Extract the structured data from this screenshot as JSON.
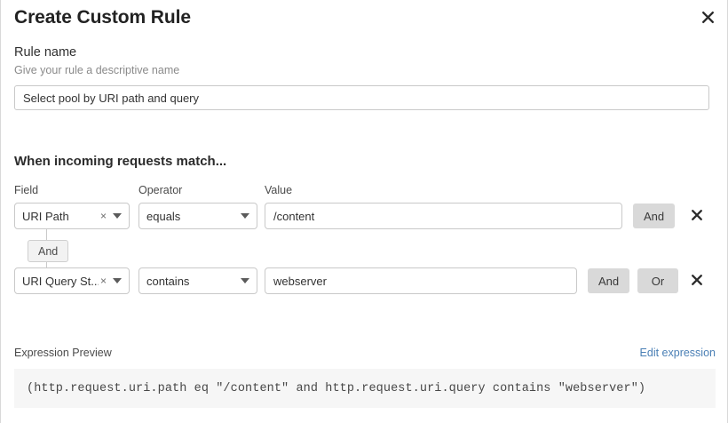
{
  "header": {
    "title": "Create Custom Rule",
    "close_icon": "close-icon"
  },
  "rule_name": {
    "label": "Rule name",
    "description": "Give your rule a descriptive name",
    "value": "Select pool by URI path and query",
    "placeholder": "Give your rule a descriptive name"
  },
  "match_section": {
    "title": "When incoming requests match...",
    "columns": {
      "field": "Field",
      "operator": "Operator",
      "value": "Value"
    },
    "connector": {
      "label": "And"
    },
    "rows": [
      {
        "field": "URI Path",
        "field_clear_icon": "clear-icon",
        "field_caret_icon": "chevron-down-icon",
        "operator": "equals",
        "operator_caret_icon": "chevron-down-icon",
        "value": "/content",
        "value_placeholder": "Value",
        "and_label": "And",
        "delete_icon": "close-icon"
      },
      {
        "field": "URI Query St...",
        "field_clear_icon": "clear-icon",
        "field_caret_icon": "chevron-down-icon",
        "operator": "contains",
        "operator_caret_icon": "chevron-down-icon",
        "value": "webserver",
        "value_placeholder": "Value",
        "and_label": "And",
        "or_label": "Or",
        "delete_icon": "close-icon"
      }
    ]
  },
  "expression": {
    "label": "Expression Preview",
    "edit_link": "Edit expression",
    "code": "(http.request.uri.path eq \"/content\" and http.request.uri.query contains \"webserver\")"
  },
  "colors": {
    "link": "#4a7fb5",
    "button_gray": "#d9d9d9",
    "code_bg": "#f6f6f6",
    "border": "#c9c9c9"
  }
}
